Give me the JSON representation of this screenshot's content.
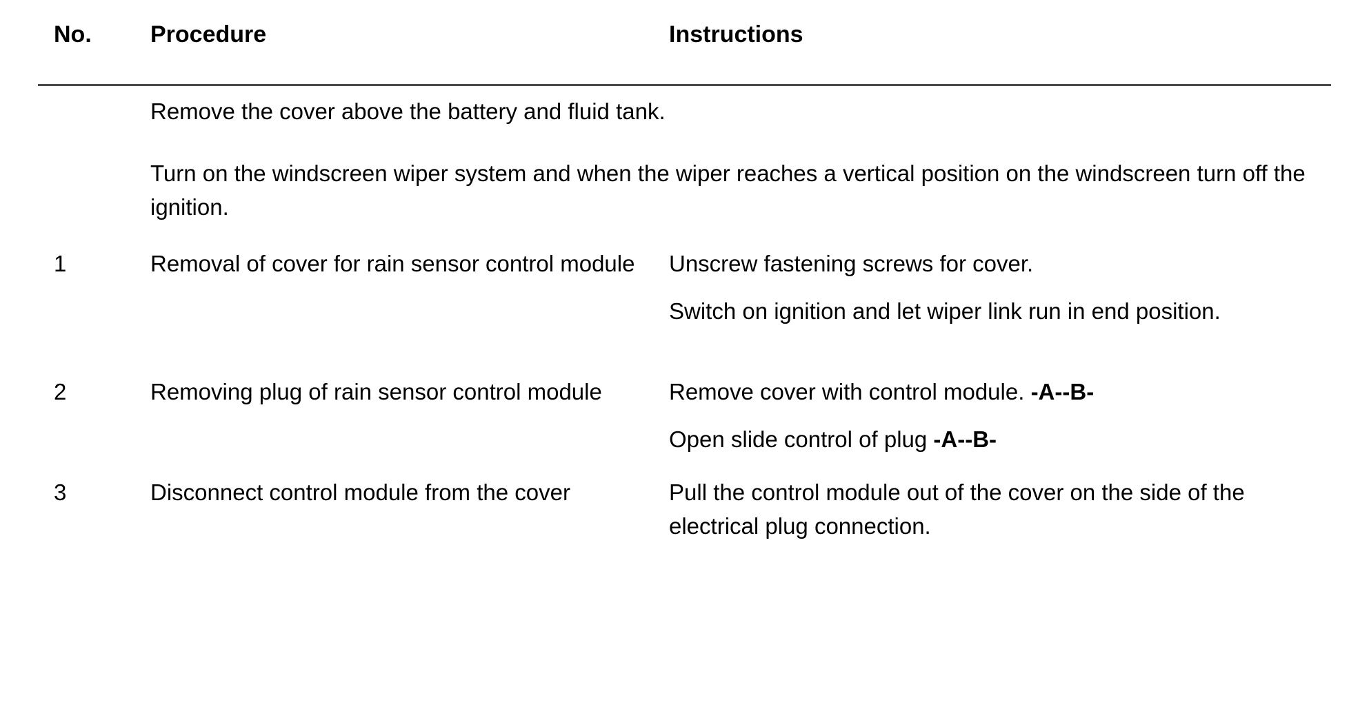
{
  "table": {
    "columns": {
      "no": "No.",
      "procedure": "Procedure",
      "instructions": "Instructions"
    },
    "intro_rows": [
      {
        "no": "",
        "procedure": "Remove the cover above the battery and fluid tank.",
        "instructions": ""
      },
      {
        "no": "",
        "procedure": "Turn on the windscreen wiper system and when the wiper reaches a vertical position on the windscreen turn off the ignition.",
        "instructions": ""
      }
    ],
    "rows": [
      {
        "no": "1",
        "procedure": "Removal of cover for rain sensor control module",
        "instructions": [
          {
            "text": "Unscrew fastening screws for cover.",
            "bold_suffix": ""
          },
          {
            "text": "Switch on ignition and let wiper link run in end position.",
            "bold_suffix": ""
          }
        ]
      },
      {
        "no": "2",
        "procedure": "Removing plug of rain sensor control module",
        "instructions": [
          {
            "text": "Remove cover with control module. ",
            "bold_suffix": "-A--B-"
          },
          {
            "text": "Open slide control of plug ",
            "bold_suffix": "-A--B-"
          }
        ]
      },
      {
        "no": "3",
        "procedure": "Disconnect control module from the cover",
        "instructions": [
          {
            "text": "Pull the control module out of the cover on the side of the electrical plug connection.",
            "bold_suffix": ""
          }
        ]
      }
    ]
  },
  "colors": {
    "text": "#000000",
    "rule": "#4a4a4a",
    "background": "#ffffff"
  }
}
